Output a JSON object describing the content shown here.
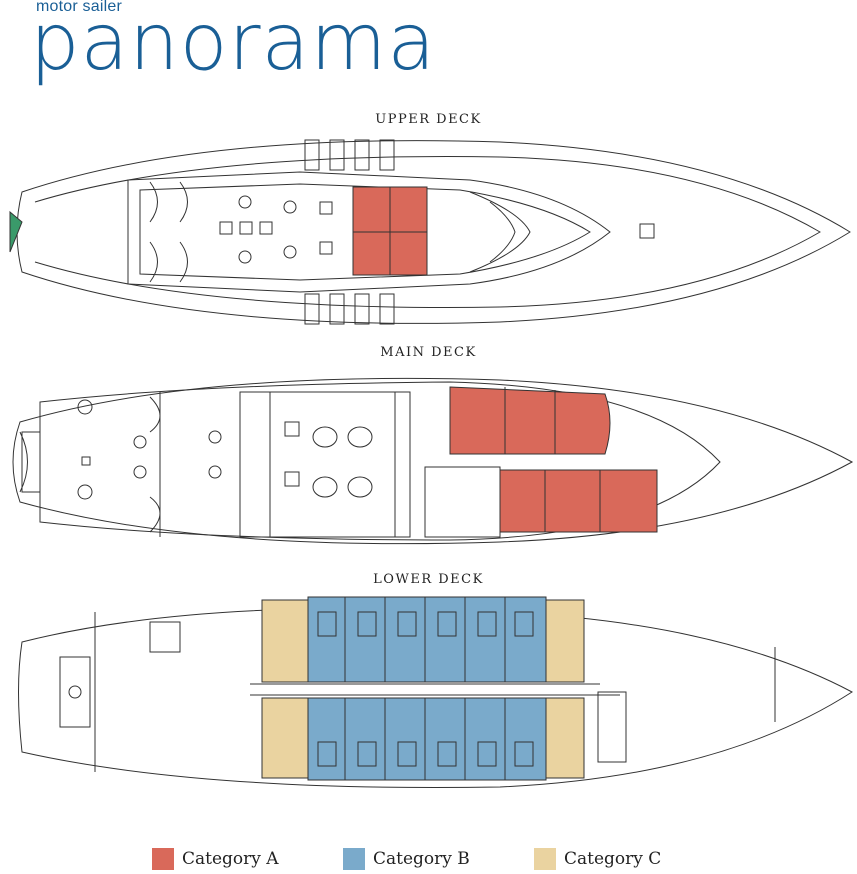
{
  "brand": {
    "subtitle": "motor sailer",
    "name": "panorama"
  },
  "decks": {
    "upper": {
      "title": "UPPER DECK"
    },
    "main": {
      "title": "MAIN DECK"
    },
    "lower": {
      "title": "LOWER DECK"
    }
  },
  "legend": {
    "items": [
      {
        "label": "Category A",
        "color": "#d9695a"
      },
      {
        "label": "Category  B",
        "color": "#7aaacb"
      },
      {
        "label": "Category  C",
        "color": "#ead3a0"
      }
    ]
  },
  "colors": {
    "category_a": "#d9695a",
    "category_b": "#7aaacb",
    "category_c": "#ead3a0",
    "brand": "#1a5f96"
  }
}
